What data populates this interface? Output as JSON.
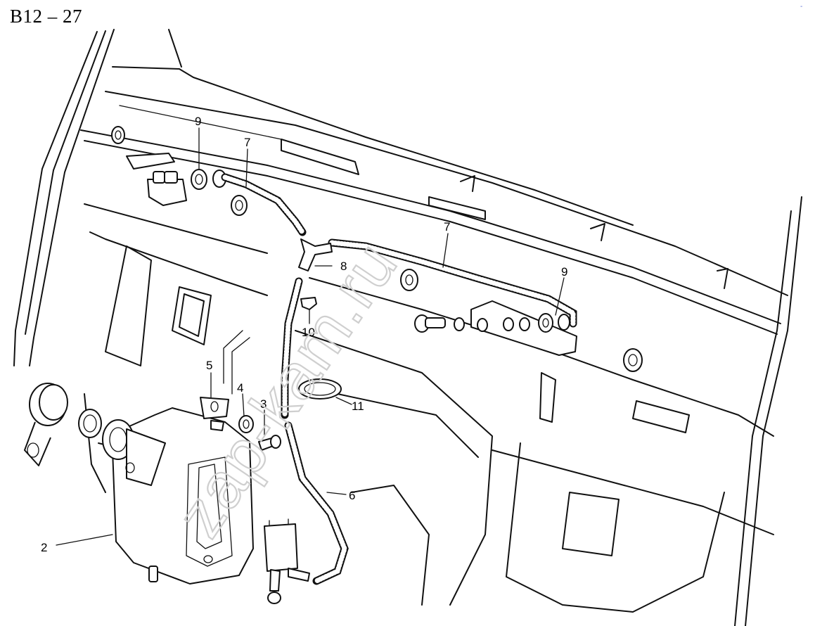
{
  "figure": {
    "code": "B12 – 27",
    "watermark": "zap-kam.ru",
    "corner_mark": "-"
  },
  "callouts": [
    {
      "id": "c-2",
      "text": "2"
    },
    {
      "id": "c-3",
      "text": "3"
    },
    {
      "id": "c-4",
      "text": "4"
    },
    {
      "id": "c-5",
      "text": "5"
    },
    {
      "id": "c-6",
      "text": "6"
    },
    {
      "id": "c-7a",
      "text": "7"
    },
    {
      "id": "c-7b",
      "text": "7"
    },
    {
      "id": "c-8",
      "text": "8"
    },
    {
      "id": "c-9a",
      "text": "9"
    },
    {
      "id": "c-9b",
      "text": "9"
    },
    {
      "id": "c-10",
      "text": "10"
    },
    {
      "id": "c-11",
      "text": "11"
    }
  ]
}
